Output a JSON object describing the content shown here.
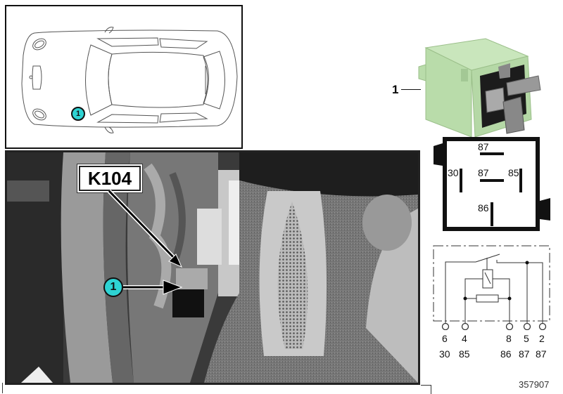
{
  "car_overview": {
    "callout_number": "1",
    "description": "Top view car outline with relay location marker"
  },
  "photo": {
    "component_label": "K104",
    "callout_number": "1"
  },
  "relay_part": {
    "item_number": "1",
    "color": "#b9dcaa"
  },
  "pin_layout": {
    "pins": [
      {
        "label": "87",
        "position": "top"
      },
      {
        "label": "30",
        "position": "left"
      },
      {
        "label": "87",
        "position": "center"
      },
      {
        "label": "85",
        "position": "right"
      },
      {
        "label": "86",
        "position": "bottom"
      }
    ]
  },
  "schematic": {
    "terminal_numbers": [
      "6",
      "4",
      "8",
      "5",
      "2"
    ],
    "terminal_labels": [
      "30",
      "85",
      "86",
      "87",
      "87"
    ]
  },
  "footer": {
    "diagram_id": "357907"
  },
  "colors": {
    "callout_fill": "#2ed3d3",
    "relay_green": "#b9dcaa"
  }
}
